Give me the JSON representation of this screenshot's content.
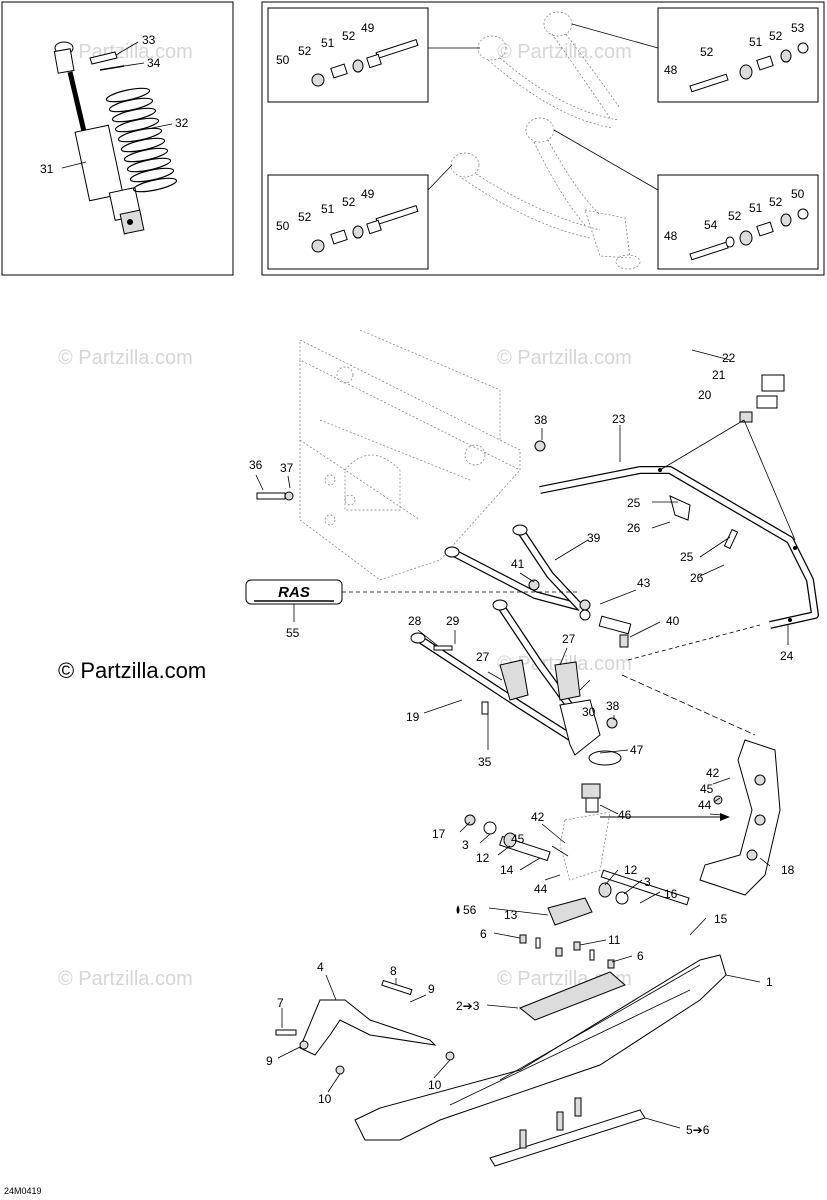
{
  "watermarks": {
    "small": "© Partzilla.com",
    "large": "© Partzilla.com"
  },
  "diagram_code": "24M0419",
  "rotax_logo": "RAS",
  "callouts": {
    "c33": "33",
    "c34": "34",
    "c32": "32",
    "c31": "31",
    "tl49": "49",
    "tl52a": "52",
    "tl51": "51",
    "tl52b": "52",
    "tl50": "50",
    "tr53": "53",
    "tr52a": "52",
    "tr51": "51",
    "tr52b": "52",
    "tr48": "48",
    "bl49": "49",
    "bl52a": "52",
    "bl51": "51",
    "bl52b": "52",
    "bl50": "50",
    "br50": "50",
    "br52a": "52",
    "br51": "51",
    "br52b": "52",
    "br54": "54",
    "br48": "48",
    "m22": "22",
    "m21": "21",
    "m20": "20",
    "m23": "23",
    "m38a": "38",
    "m36": "36",
    "m37": "37",
    "m25a": "25",
    "m26a": "26",
    "m25b": "25",
    "m26b": "26",
    "m39": "39",
    "m41": "41",
    "m43": "43",
    "m55": "55",
    "m40": "40",
    "m24": "24",
    "m28": "28",
    "m29": "29",
    "m27a": "27",
    "m27b": "27",
    "m30": "30",
    "m19": "19",
    "m38b": "38",
    "m35": "35",
    "m47": "47",
    "m42a": "42",
    "m45a": "45",
    "m44a": "44",
    "m46": "46",
    "m18": "18",
    "m17": "17",
    "m42b": "42",
    "m45b": "45",
    "m3a": "3",
    "m12a": "12",
    "m14": "14",
    "m44b": "44",
    "m12b": "12",
    "m3b": "3",
    "m16": "16",
    "m56": "56",
    "m13": "13",
    "m15": "15",
    "m6a": "6",
    "m11": "11",
    "m6b": "6",
    "m4": "4",
    "m8": "8",
    "m9a": "9",
    "m7": "7",
    "m9b": "9",
    "m10a": "10",
    "m10b": "10",
    "m1": "1",
    "m2to3": "2➔3",
    "m5to6": "5➔6"
  }
}
